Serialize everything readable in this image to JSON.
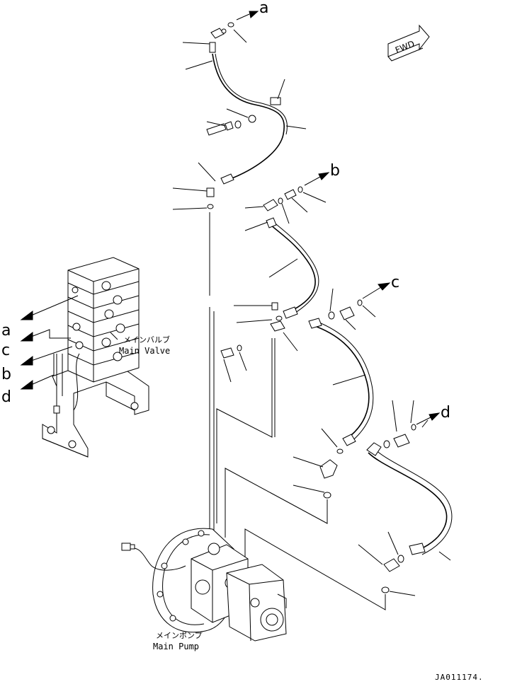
{
  "references": {
    "a": "a",
    "b": "b",
    "c": "c",
    "d": "d"
  },
  "direction_marker": "FWD",
  "main_valve": {
    "label_jp": "メインバルブ",
    "label_en": "Main Valve"
  },
  "main_pump": {
    "label_jp": "メインポンプ",
    "label_en": "Main Pump"
  },
  "drawing_code": "JA011174."
}
